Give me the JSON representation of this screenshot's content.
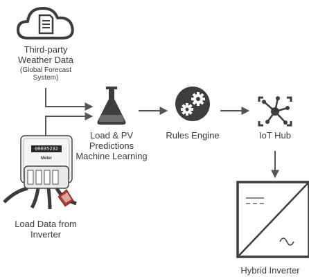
{
  "weather": {
    "line1": "Third-party",
    "line2": "Weather Data",
    "line3": "(Global Forecast",
    "line4": "System)",
    "icon": "cloud-document-icon"
  },
  "predictions": {
    "line1": "Load & PV",
    "line2": "Predictions",
    "line3": "Machine Learning",
    "icon": "flask-icon"
  },
  "rules_engine": {
    "label": "Rules Engine",
    "icon": "gears-icon"
  },
  "iot_hub": {
    "label": "IoT Hub",
    "icon": "hub-network-icon"
  },
  "hybrid_inverter": {
    "label": "Hybrid Inverter",
    "icon": "inverter-icon"
  },
  "load_data": {
    "line1": "Load Data from",
    "line2": "Inverter",
    "meter_display": "00035232",
    "meter_label": "Meter",
    "icon": "electric-meter-icon"
  },
  "colors": {
    "icon_dark": "#3d3d3d",
    "arrow": "#555555",
    "meter_body": "#f5f5f5",
    "plug_red": "#b03a32"
  }
}
